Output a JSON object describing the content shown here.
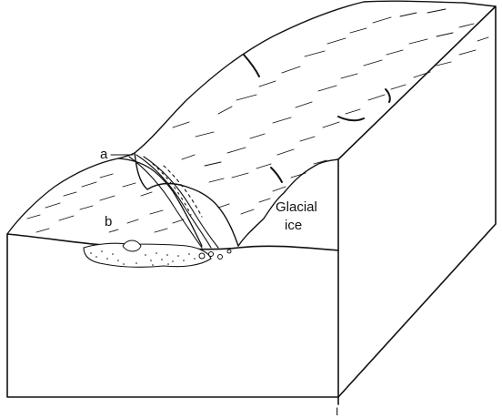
{
  "figure": {
    "labels": {
      "a": "a",
      "b": "b",
      "glacial_ice_line1": "Glacial",
      "glacial_ice_line2": "ice",
      "bottom_mark": "I"
    },
    "colors": {
      "ink": "#111111",
      "background": "#ffffff"
    }
  }
}
